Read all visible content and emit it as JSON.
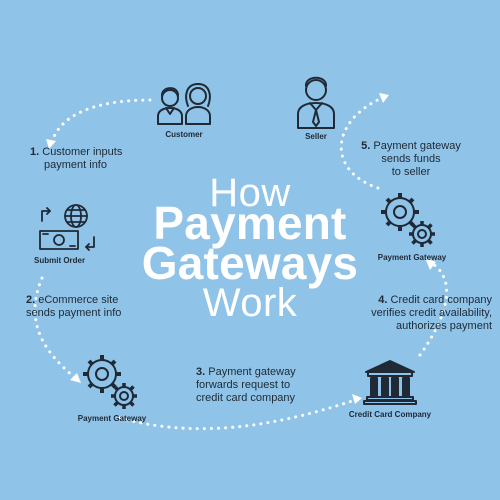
{
  "title": {
    "line1": "How",
    "line2": "Payment",
    "line3": "Gateways",
    "line4": "Work"
  },
  "nodes": {
    "customer": "Customer",
    "seller": "Seller",
    "submit_order": "Submit Order",
    "payment_gateway_left": "Payment Gateway",
    "payment_gateway_right": "Payment Gateway",
    "credit_card_company": "Credit Card Company"
  },
  "steps": [
    {
      "num": "1.",
      "lines": [
        "Customer inputs",
        "payment info"
      ]
    },
    {
      "num": "2.",
      "lines": [
        "eCommerce site",
        "sends payment info"
      ]
    },
    {
      "num": "3.",
      "lines": [
        "Payment gateway",
        "forwards request to",
        "credit card company"
      ]
    },
    {
      "num": "4.",
      "lines": [
        "Credit card company",
        "verifies credit availability,",
        "authorizes payment"
      ]
    },
    {
      "num": "5.",
      "lines": [
        "Payment gateway",
        "sends funds",
        "to seller"
      ]
    }
  ],
  "colors": {
    "background": "#8fc3e8",
    "icon": "#1f2a36",
    "dots": "#ffffff",
    "title": "#ffffff"
  }
}
